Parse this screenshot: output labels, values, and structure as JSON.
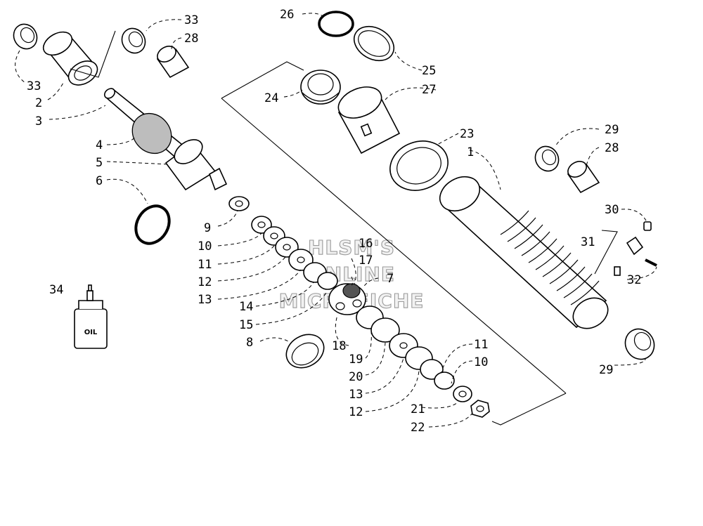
{
  "watermark": {
    "line1": "HLSM'S",
    "line2": "ONLINE",
    "line3": "MICROFICHE"
  },
  "oil_label": "OIL",
  "labels": {
    "n1": "1",
    "n2": "2",
    "n3": "3",
    "n4": "4",
    "n5": "5",
    "n6": "6",
    "n7": "7",
    "n8": "8",
    "n9": "9",
    "n10a": "10",
    "n10b": "10",
    "n11a": "11",
    "n11b": "11",
    "n12a": "12",
    "n12b": "12",
    "n13a": "13",
    "n13b": "13",
    "n14": "14",
    "n15": "15",
    "n16": "16",
    "n17": "17",
    "n18": "18",
    "n19": "19",
    "n20": "20",
    "n21": "21",
    "n22": "22",
    "n23": "23",
    "n24": "24",
    "n25": "25",
    "n26": "26",
    "n27": "27",
    "n28a": "28",
    "n28b": "28",
    "n29a": "29",
    "n29b": "29",
    "n30": "30",
    "n31": "31",
    "n32": "32",
    "n33a": "33",
    "n33b": "33",
    "n34": "34"
  }
}
